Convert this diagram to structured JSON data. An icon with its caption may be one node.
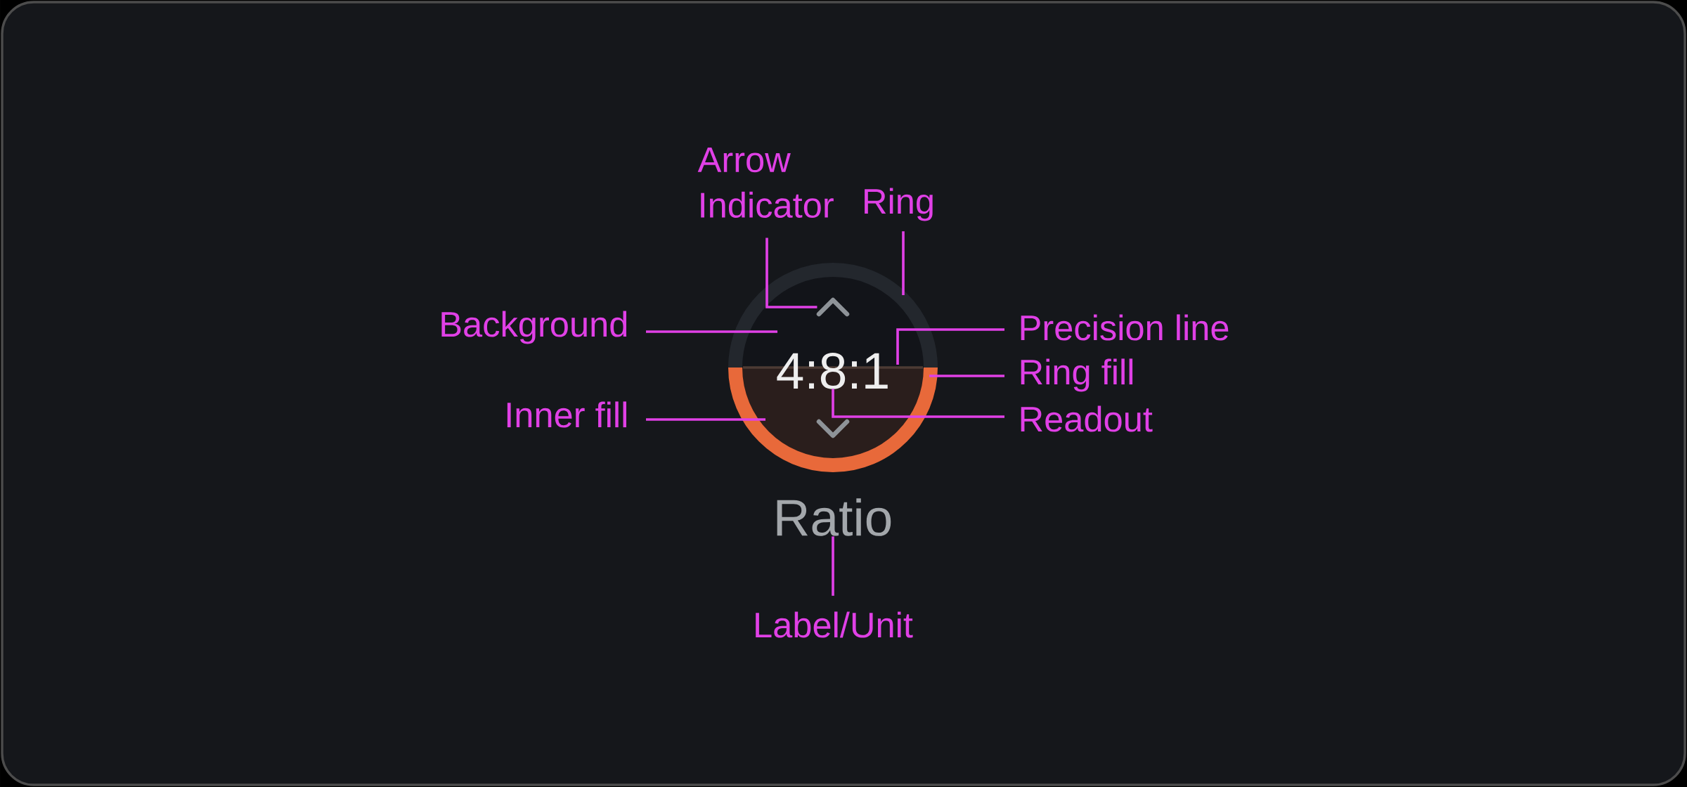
{
  "diagram": {
    "nodes": [
      {
        "text": [
          "Arrow Indicator"
        ]
      },
      {
        "text": [
          "Ring"
        ]
      },
      {
        "text": [
          "Background"
        ]
      },
      {
        "text": [],
        "shape": "circle"
      },
      {
        "text": [],
        "shape": "chevron"
      },
      {
        "text": [
          "Precision line"
        ]
      },
      {
        "text": [
          "4:8:1"
        ],
        "in": 3
      },
      {
        "text": [
          "Ring fill"
        ]
      },
      {
        "text": [
          "Inner fill"
        ]
      },
      {
        "text": [
          "Readout"
        ]
      },
      {
        "text": [
          "Ratio"
        ]
      },
      {
        "text": [
          "Label/Unit"
        ]
      }
    ],
    "edges": [
      {
        "from": 0,
        "to": 4,
        "arrow": "none"
      },
      {
        "from": 1,
        "to": 3,
        "arrow": "none"
      },
      {
        "from": 2,
        "to": 3,
        "arrow": "none"
      },
      {
        "from": 5,
        "to": 3,
        "arrow": "none"
      },
      {
        "from": 7,
        "to": 3,
        "arrow": "none"
      },
      {
        "from": 8,
        "to": 3,
        "arrow": "none"
      },
      {
        "from": 9,
        "to": 6,
        "arrow": "none"
      },
      {
        "from": 11,
        "to": 10,
        "arrow": "none"
      }
    ]
  }
}
